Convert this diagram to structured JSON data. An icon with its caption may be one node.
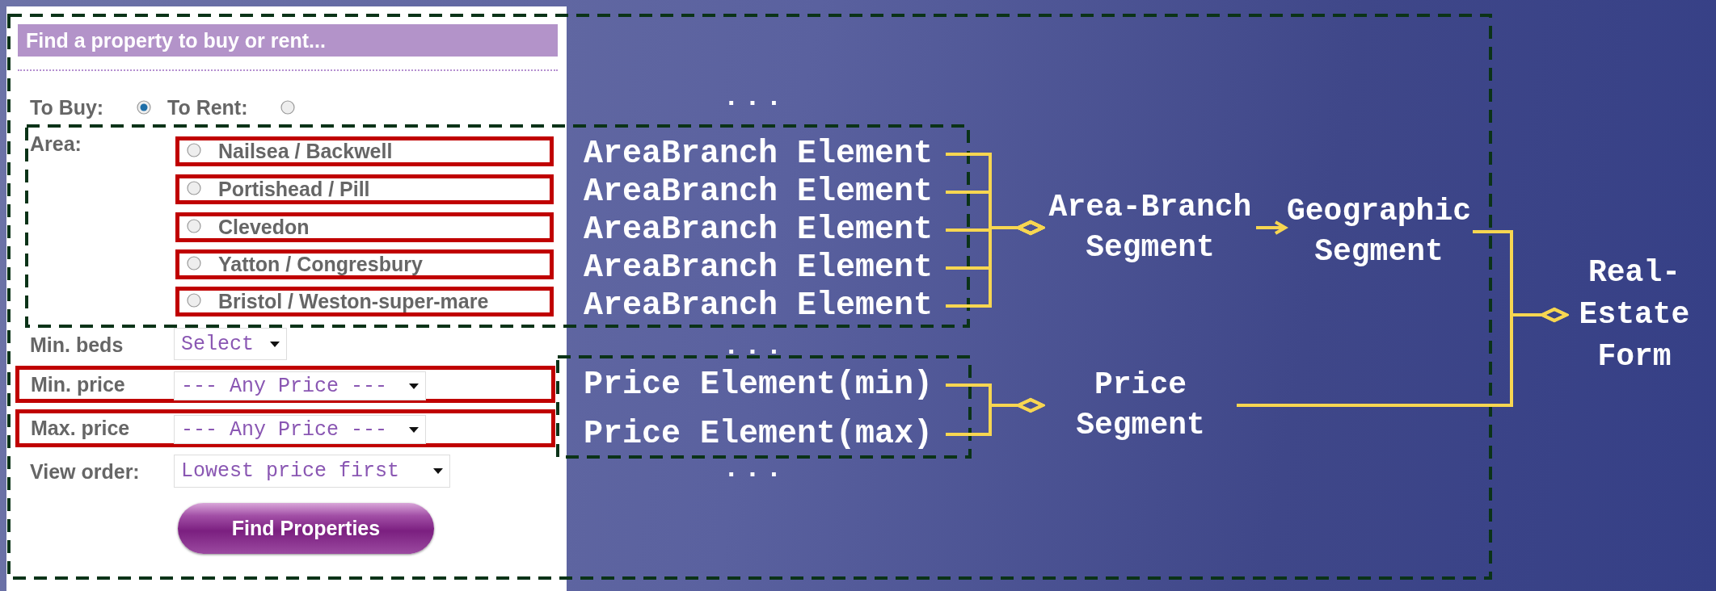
{
  "diagram": {
    "nodes": [
      {
        "text": [
          "Find a property to buy or rent..."
        ]
      },
      {
        "text": [
          "Nailsea / Backwell"
        ]
      },
      {
        "text": [
          "Portishead / Pill"
        ]
      },
      {
        "text": [
          "Clevedon"
        ]
      },
      {
        "text": [
          "Yatton / Congresbury"
        ]
      },
      {
        "text": [
          "Bristol / Weston-super-mare"
        ]
      },
      {
        "text": [
          "Min. price",
          "--- Any Price ---"
        ]
      },
      {
        "text": [
          "Max. price",
          "--- Any Price ---"
        ]
      },
      {
        "text": [
          "Find Properties"
        ]
      },
      {
        "text": [
          "AreaBranch Element"
        ]
      },
      {
        "text": [
          "AreaBranch Element"
        ]
      },
      {
        "text": [
          "AreaBranch Element"
        ]
      },
      {
        "text": [
          "AreaBranch Element"
        ]
      },
      {
        "text": [
          "AreaBranch Element"
        ]
      },
      {
        "text": [
          "Area-Branch Segment"
        ]
      },
      {
        "text": [
          "Geographic Segment"
        ]
      },
      {
        "text": [
          "Price Element(min)"
        ]
      },
      {
        "text": [
          "Price Element(max)"
        ]
      },
      {
        "text": [
          "Price Segment"
        ]
      },
      {
        "text": [
          "Real-Estate Form"
        ]
      }
    ],
    "edges": [
      {
        "from": 9,
        "to": 14,
        "arrow": "other"
      },
      {
        "from": 10,
        "to": 14,
        "arrow": "other"
      },
      {
        "from": 11,
        "to": 14,
        "arrow": "other"
      },
      {
        "from": 12,
        "to": 14,
        "arrow": "other"
      },
      {
        "from": 13,
        "to": 14,
        "arrow": "other"
      },
      {
        "from": 14,
        "to": 15,
        "arrow": "to"
      },
      {
        "from": 16,
        "to": 18,
        "arrow": "other"
      },
      {
        "from": 17,
        "to": 18,
        "arrow": "other"
      },
      {
        "from": 15,
        "to": 19,
        "arrow": "other"
      },
      {
        "from": 18,
        "to": 19,
        "arrow": "other"
      }
    ],
    "labels": [
      "To Buy:",
      "To Rent:",
      "...",
      "Area:",
      "Min. beds",
      "Select",
      "...",
      "View order:",
      "Lowest price first",
      "..."
    ]
  }
}
